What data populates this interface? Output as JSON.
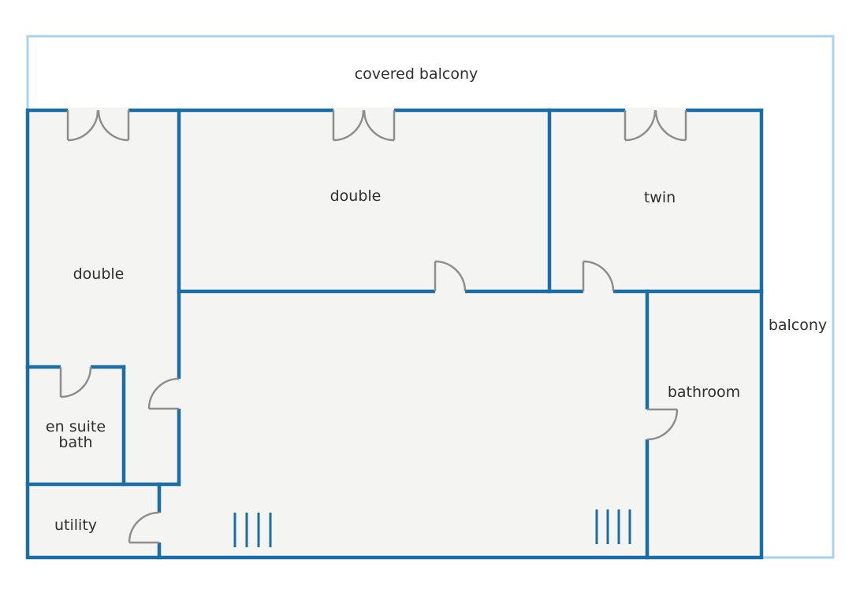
{
  "labels": {
    "covered_balcony": "covered balcony",
    "balcony": "balcony",
    "double_left": "double",
    "double_top": "double",
    "twin": "twin",
    "en_suite_line1": "en suite",
    "en_suite_line2": "bath",
    "bathroom": "bathroom",
    "utility": "utility"
  },
  "colors": {
    "wall": "#1a6ea3",
    "balcony_outline": "#a9d3ea",
    "floor": "#f4f4f3",
    "door": "#8d8d8d",
    "text": "#2f2f2f"
  }
}
